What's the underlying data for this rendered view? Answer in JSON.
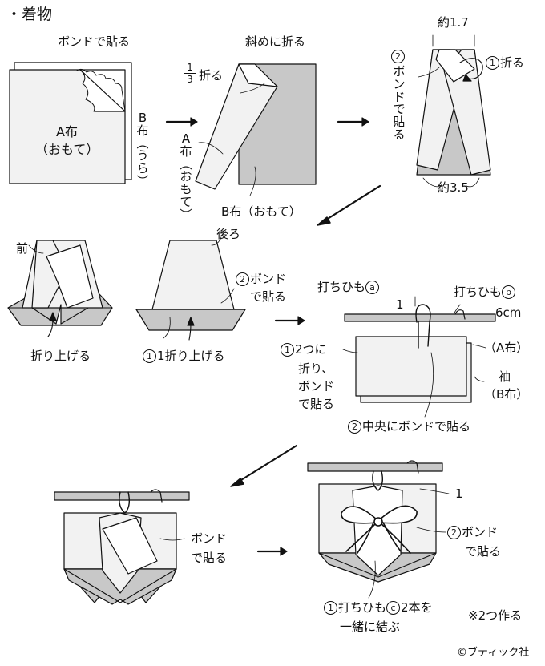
{
  "title": "・着物",
  "palette": {
    "paper": "#f2f2f2",
    "shade": "#c8c8c8",
    "line": "#111111"
  },
  "step1": {
    "bond_label": "ボンドで貼る",
    "a_cloth": "A布",
    "a_cloth_side": "（おもて）",
    "b_cloth_side_vertical": "B\n布\n︵\nう\nら\n︶"
  },
  "step2": {
    "fold_diagonal": "斜めに折る",
    "fraction_numerator": "1",
    "fraction_denominator": "3",
    "fold_third": "折る",
    "a_cloth_side_vertical": "A\n布\n︵\nお\nも\nて\n︶",
    "b_cloth_side": "B布（おもて）"
  },
  "step3": {
    "width_top": "約1.7",
    "step_one_num": "1",
    "fold": "折る",
    "step_two_num": "2",
    "bond_vertical": "ボ\nン\nド\nで\n貼\nる",
    "width_bottom": "約3.5"
  },
  "step4": {
    "front": "前",
    "fold_up": "折り上げる"
  },
  "step5": {
    "back": "後ろ",
    "step_two_num": "2",
    "bond_line1": "ボンド",
    "bond_line2": "で貼る",
    "step_one_num": "1",
    "step_one_text": "1折り上げる"
  },
  "step6": {
    "cord_a_label": "打ちひも",
    "cord_a_mark": "a",
    "cord_b_label": "打ちひも",
    "cord_b_mark": "b",
    "cord_length": "6cm",
    "measure_1": "1",
    "step_one_num": "1",
    "fold_line1": "2つに",
    "fold_line2": "折り、",
    "fold_line3": "ボンド",
    "fold_line4": "で貼る",
    "a_cloth": "（A布）",
    "sleeve": "袖",
    "b_cloth": "（B布）",
    "step_two_num": "2",
    "center_bond": "中央にボンドで貼る"
  },
  "step7": {
    "bond_line1": "ボンド",
    "bond_line2": "で貼る"
  },
  "step8": {
    "measure_1": "1",
    "step_two_num": "2",
    "bond_line1": "ボンド",
    "bond_line2": "で貼る",
    "step_one_num": "1",
    "tie_line1": "打ちひも",
    "tie_mark": "c",
    "tie_line1_rest": "2本を",
    "tie_line2": "一緒に結ぶ"
  },
  "note": "※2つ作る",
  "copyright": "©ブティック社"
}
